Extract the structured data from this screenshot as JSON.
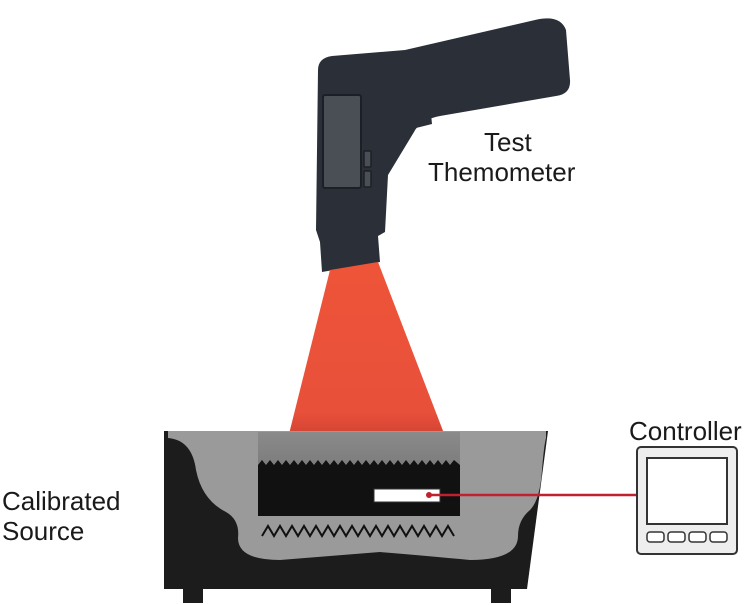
{
  "labels": {
    "thermometer_line1": "Test",
    "thermometer_line2": "Themometer",
    "controller": "Controller",
    "source_line1": "Calibrated",
    "source_line2": "Source"
  },
  "colors": {
    "housing": "#2b3038",
    "screen": "#4a4f55",
    "beam": "#e84f3a",
    "source_body": "#1c1c1c",
    "cavity_fill": "#7a7a7a",
    "source_inner": "#9a9a9a",
    "probe_wire": "#c0202f",
    "controller_face": "#eeeeee"
  }
}
